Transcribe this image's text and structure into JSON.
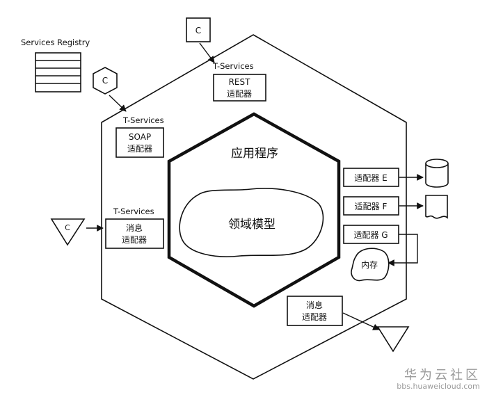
{
  "registry": {
    "label": "Services Registry"
  },
  "client_c": "C",
  "tservices": "T-Services",
  "rest_adapter": {
    "line1": "REST",
    "line2": "适配器"
  },
  "soap_adapter": {
    "line1": "SOAP",
    "line2": "适配器"
  },
  "message_adapter_left": {
    "line1": "消息",
    "line2": "适配器"
  },
  "message_adapter_bottom": {
    "line1": "消息",
    "line2": "适配器"
  },
  "application": "应用程序",
  "domain_model": "领域模型",
  "adapter_e": "适配器 E",
  "adapter_f": "适配器 F",
  "adapter_g": "适配器 G",
  "memory": "内存",
  "watermark": {
    "brand": "华为云社区",
    "url": "bbs.huaweicloud.com"
  },
  "colors": {
    "stroke": "#111111",
    "watermark": "#9a9a9a"
  }
}
